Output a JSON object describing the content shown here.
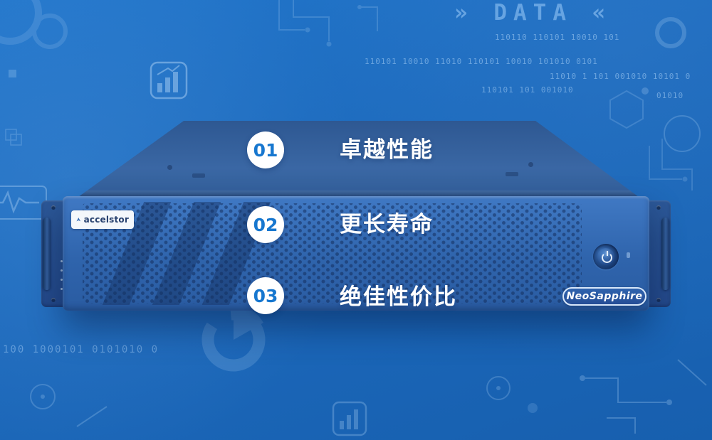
{
  "features": {
    "items": [
      {
        "number": "01",
        "label": "卓越性能"
      },
      {
        "number": "02",
        "label": "更长寿命"
      },
      {
        "number": "03",
        "label": "绝佳性价比"
      }
    ]
  },
  "server": {
    "brand_badge": "accelstor",
    "model_badge": "NeoSapphire"
  },
  "decor": {
    "data_banner": "» DATA «",
    "binary": [
      "110110 110101 10010 101",
      "110101 10010 11010 110101 10010 101010 0101",
      "11010 1 101 001010 10101 0",
      "110101 101 001010",
      "01010",
      "100 1000101 0101010 0"
    ]
  },
  "colors": {
    "background": "#1e6bbd",
    "accent_light": "#aad0f5",
    "number_blue": "#1777cf",
    "chassis_face": "#3672b9",
    "chassis_top": "#33619c",
    "badge_white": "#f4f7fb"
  }
}
